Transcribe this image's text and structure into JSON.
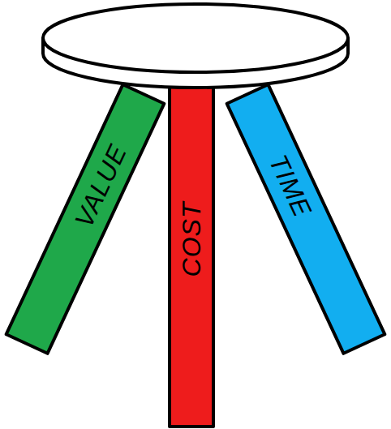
{
  "diagram": {
    "nodes": [
      {
        "text": [
          "VALUE"
        ]
      },
      {
        "text": [
          "COST"
        ]
      },
      {
        "text": [
          "TIME"
        ]
      }
    ]
  }
}
